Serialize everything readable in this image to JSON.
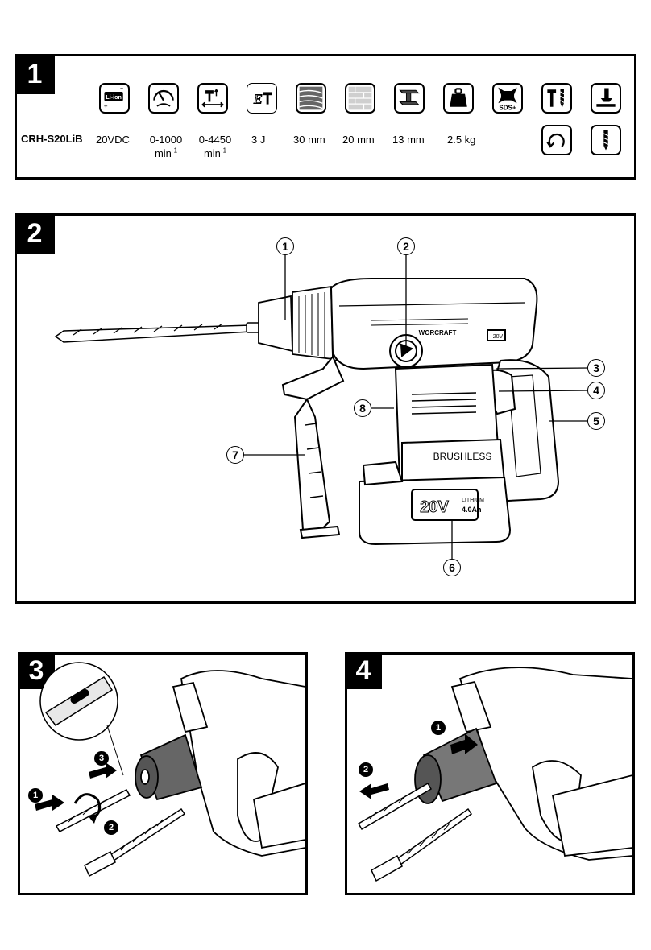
{
  "figure1": {
    "number": "1",
    "model": "CRH-S20LiB",
    "specs": [
      {
        "value": "20VDC",
        "unit": ""
      },
      {
        "value": "0-1000",
        "unit": "min"
      },
      {
        "value": "0-4450",
        "unit": "min"
      },
      {
        "value": "3 J",
        "unit": ""
      },
      {
        "value": "30 mm",
        "unit": ""
      },
      {
        "value": "20 mm",
        "unit": ""
      },
      {
        "value": "13 mm",
        "unit": ""
      },
      {
        "value": "2.5 kg",
        "unit": ""
      }
    ],
    "unit_exponent": "-1",
    "icons": {
      "battery_label": "Li-ion",
      "battery_minus": "−",
      "battery_plus": "+",
      "energy_label": "E",
      "sds_label": "SDS+"
    }
  },
  "figure2": {
    "number": "2",
    "callouts": [
      "1",
      "2",
      "3",
      "4",
      "5",
      "6",
      "7",
      "8"
    ],
    "brand": "WORCRAFT",
    "voltage_badge": "20V",
    "motor_label": "BRUSHLESS",
    "battery_voltage": "20V",
    "battery_chem": "LITHIUM",
    "battery_capacity": "4.0Ah"
  },
  "figure3": {
    "number": "3",
    "steps": [
      "1",
      "2",
      "3"
    ]
  },
  "figure4": {
    "number": "4",
    "steps": [
      "1",
      "2"
    ]
  }
}
